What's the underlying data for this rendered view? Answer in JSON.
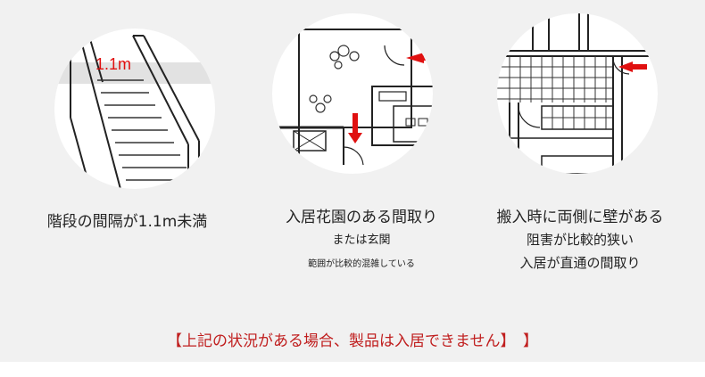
{
  "stairs": {
    "width_label": "1.1m",
    "caption": "階段の間隔が1.1m未満"
  },
  "garden": {
    "title": "入居花園のある間取り",
    "subtitle": "または玄関",
    "note": "範囲が比較的混雑している"
  },
  "walls": {
    "line1": "搬入時に両側に壁がある",
    "line2": "阻害が比較的狭い",
    "line3": "入居が直通の間取り"
  },
  "notice": {
    "text": "【上記の状況がある場合、製品は入居できません】　】"
  },
  "colors": {
    "arrow": "#e01010",
    "notice": "#c01e1e"
  }
}
